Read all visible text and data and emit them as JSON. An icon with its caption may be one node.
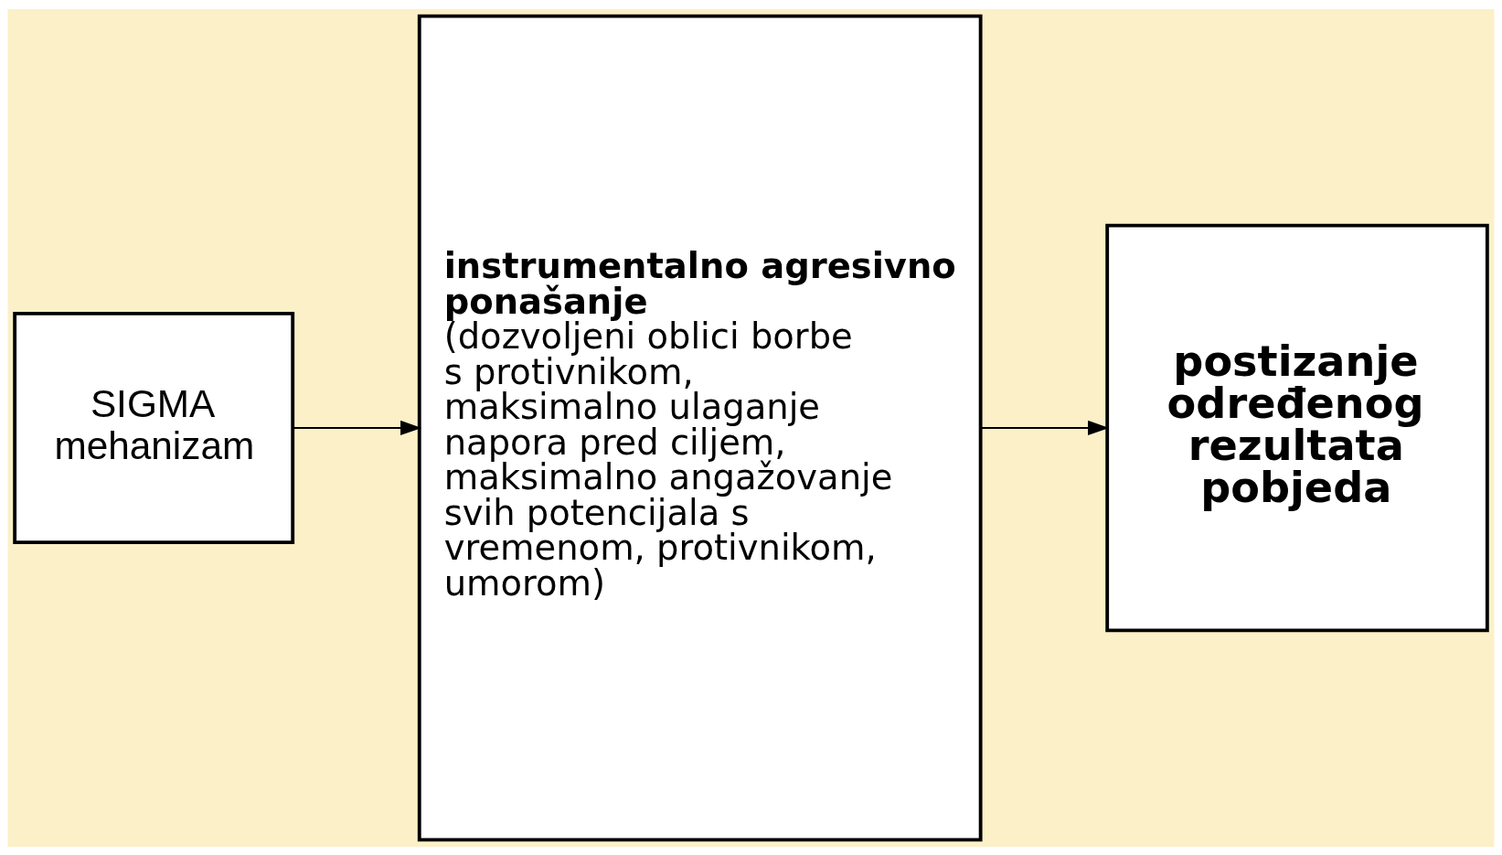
{
  "diagram": {
    "nodes": [
      {
        "text": [
          "SIGMA mehanizam"
        ]
      },
      {
        "text": [
          "instrumentalno agresivno ponašanje",
          "(dozvoljeni oblici borbe s protivnikom, maksimalno ulaganje napora pred ciljem, maksimalno angažovanje svih potencijala s vremenom, protivnikom, umorom)"
        ]
      },
      {
        "text": [
          "postizanje određenog rezultata pobjeda"
        ]
      }
    ],
    "edges": [
      {
        "from": 0,
        "to": 1,
        "arrow": "to"
      },
      {
        "from": 1,
        "to": 2,
        "arrow": "to"
      }
    ]
  }
}
